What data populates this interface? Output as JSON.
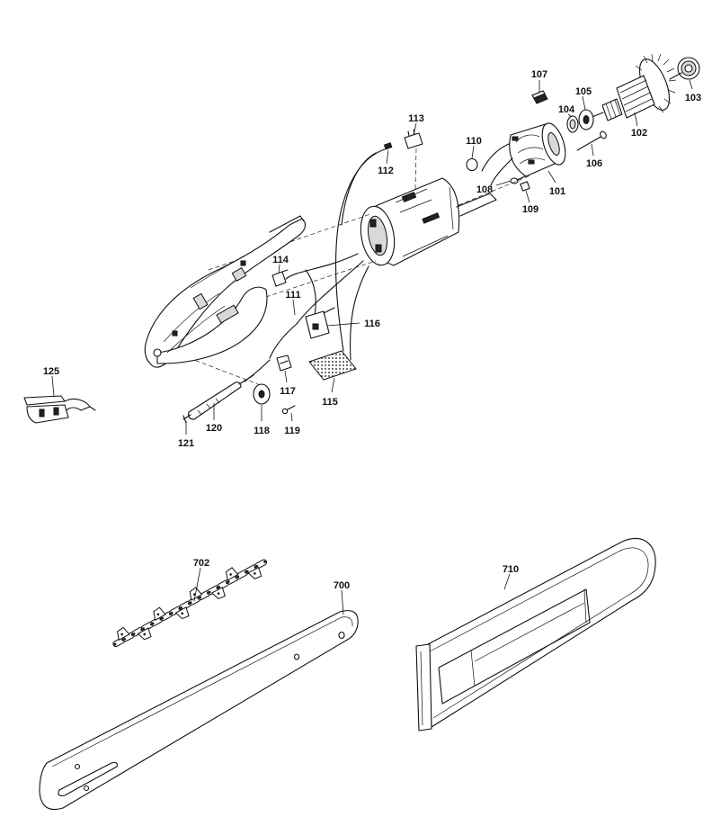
{
  "diagram": {
    "labels": {
      "p101": "101",
      "p102": "102",
      "p103": "103",
      "p104": "104",
      "p105": "105",
      "p106": "106",
      "p107": "107",
      "p108": "108",
      "p109": "109",
      "p110": "110",
      "p111": "111",
      "p112": "112",
      "p113": "113",
      "p114": "114",
      "p115": "115",
      "p116": "116",
      "p117": "117",
      "p118": "118",
      "p119": "119",
      "p120": "120",
      "p121": "121",
      "p125": "125",
      "p700": "700",
      "p702": "702",
      "p710": "710"
    }
  }
}
